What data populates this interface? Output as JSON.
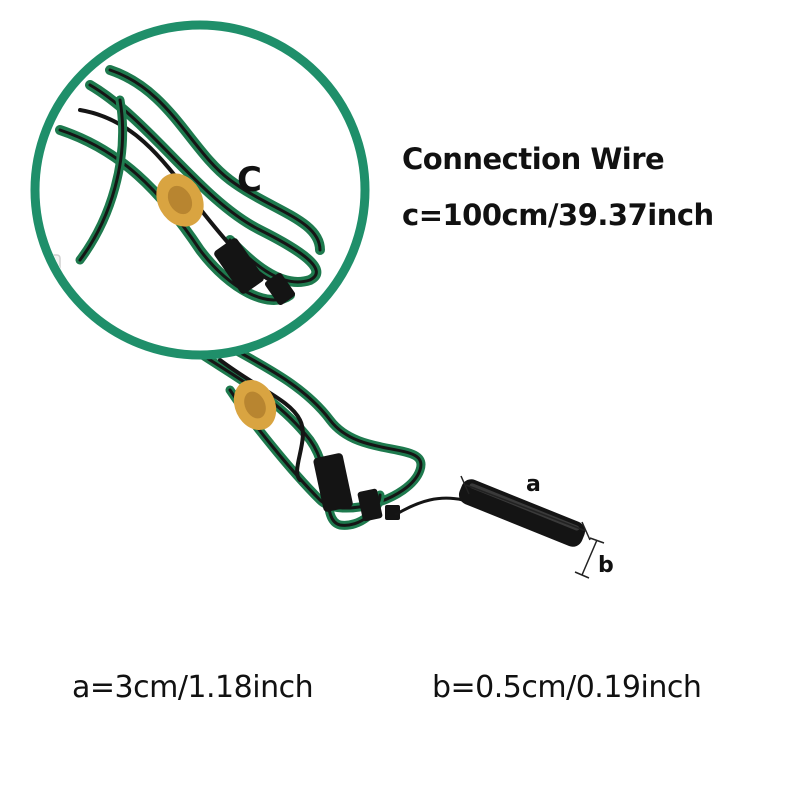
{
  "title": "Connection Wire",
  "specs": {
    "c": "c=100cm/39.37inch",
    "a": "a=3cm/1.18inch",
    "b": "b=0.5cm/0.19inch"
  },
  "labels": {
    "a": "a",
    "b": "b",
    "c": "C"
  },
  "colors": {
    "circle_border": "#1f8f6a",
    "wire_green": "#1e7a4e",
    "wire_black": "#151515",
    "tie": "#d9a441",
    "text": "#111111"
  }
}
